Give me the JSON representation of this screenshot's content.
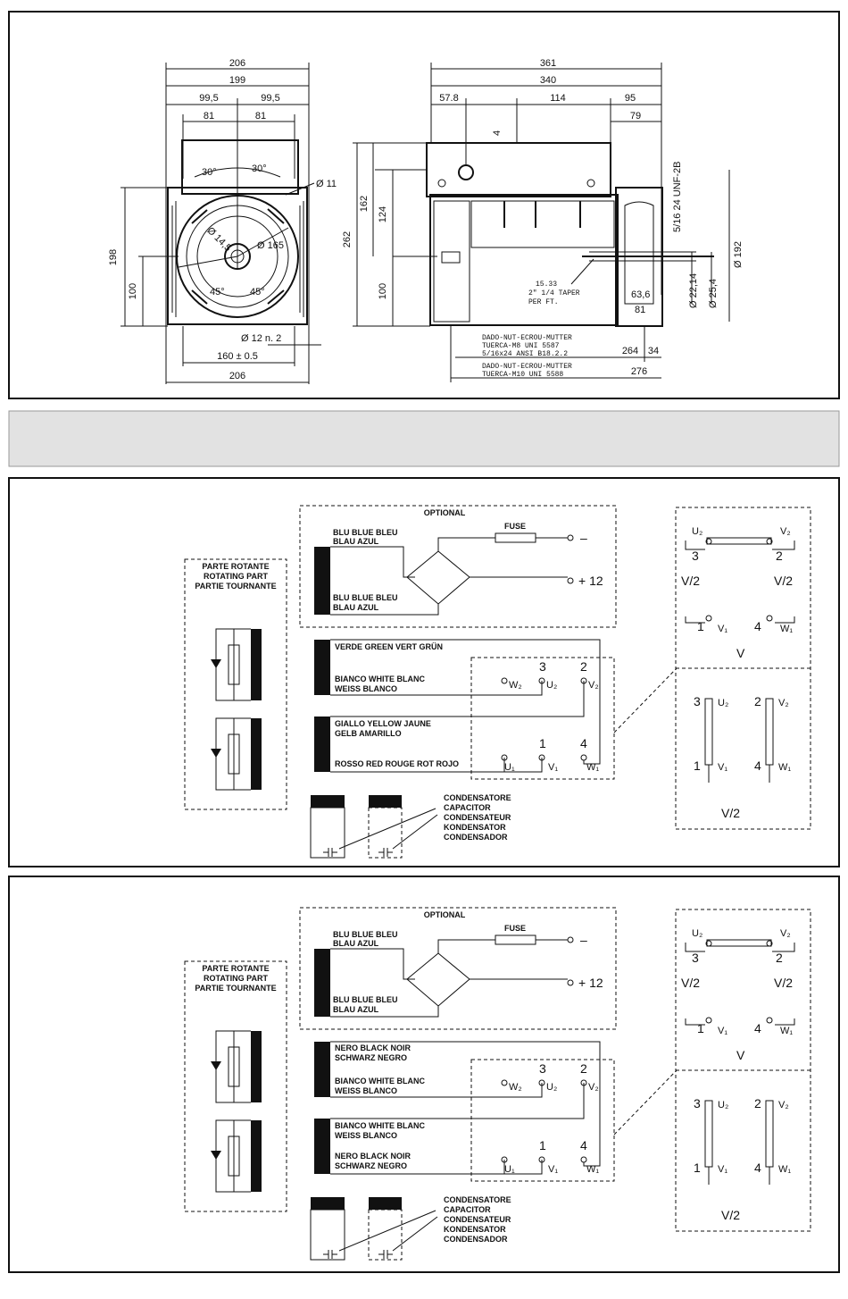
{
  "drawing": {
    "front_view": {
      "dims_top": [
        "206",
        "199",
        "99,5",
        "99,5",
        "81",
        "81"
      ],
      "dims_left": [
        "198",
        "100"
      ],
      "angles": [
        "30°",
        "30°",
        "45°",
        "45°"
      ],
      "diameters": [
        "Ø 11",
        "Ø 165",
        "Ø 14,5"
      ],
      "dims_bottom": [
        "Ø 12  n. 2",
        "160 ± 0.5",
        "206"
      ]
    },
    "side_view": {
      "dims_top": [
        "361",
        "340",
        "57.8",
        "114",
        "95",
        "4",
        "79"
      ],
      "dims_left": [
        "262",
        "162",
        "124",
        "100"
      ],
      "thread": "5/16 24 UNF-2B",
      "taper": [
        "15.33",
        "2\" 1/4 TAPER",
        "PER FT."
      ],
      "diameters": [
        "Ø 22,14",
        "Ø 25,4",
        "Ø 192"
      ],
      "dims_right": [
        "63,6",
        "81"
      ],
      "nut1": [
        "DADO-NUT-ECROU-MUTTER",
        "TUERCA-M8 UNI 5587",
        "5/16x24 ANSI B18.2.2"
      ],
      "nut2": [
        "DADO-NUT-ECROU-MUTTER",
        "TUERCA-M10 UNI 5588"
      ],
      "dims_bottom": [
        "264",
        "34",
        "276"
      ]
    }
  },
  "schemes": [
    {
      "optional_title": "OPTIONAL",
      "fuse": "FUSE",
      "bridge_wire_top": [
        "BLU BLUE BLEU",
        "BLAU AZUL"
      ],
      "bridge_wire_bottom": [
        "BLU BLUE BLEU",
        "BLAU AZUL"
      ],
      "terminal_minus": "–",
      "terminal_plus": "+ 12",
      "rotating_part": [
        "PARTE ROTANTE",
        "ROTATING PART",
        "PARTIE TOURNANTE"
      ],
      "wires": [
        [
          "VERDE GREEN VERT GRÜN"
        ],
        [
          "BIANCO WHITE BLANC",
          "WEISS BLANCO"
        ],
        [
          "GIALLO YELLOW JAUNE",
          "GELB AMARILLO"
        ],
        [
          "ROSSO RED ROUGE ROT ROJO"
        ]
      ],
      "terminals": {
        "n3": "3",
        "n2": "2",
        "n1": "1",
        "n4": "4",
        "w2": "W₂",
        "u2": "U₂",
        "v2": "V₂",
        "u1": "U₁",
        "v1": "V₁",
        "w1": "W₁"
      },
      "capacitor": [
        "CONDENSATORE",
        "CAPACITOR",
        "CONDENSATEUR",
        "KONDENSATOR",
        "CONDENSADOR"
      ],
      "connection": {
        "v_half": "V/2",
        "v": "V",
        "u2": "U₂",
        "v2": "V₂",
        "v1": "V₁",
        "w1": "W₁",
        "n1": "1",
        "n2": "2",
        "n3": "3",
        "n4": "4"
      }
    },
    {
      "optional_title": "OPTIONAL",
      "fuse": "FUSE",
      "bridge_wire_top": [
        "BLU BLUE BLEU",
        "BLAU AZUL"
      ],
      "bridge_wire_bottom": [
        "BLU BLUE BLEU",
        "BLAU AZUL"
      ],
      "terminal_minus": "–",
      "terminal_plus": "+ 12",
      "rotating_part": [
        "PARTE ROTANTE",
        "ROTATING PART",
        "PARTIE TOURNANTE"
      ],
      "wires": [
        [
          "NERO BLACK NOIR",
          "SCHWARZ NEGRO"
        ],
        [
          "BIANCO WHITE BLANC",
          "WEISS BLANCO"
        ],
        [
          "BIANCO WHITE BLANC",
          "WEISS BLANCO"
        ],
        [
          "NERO BLACK NOIR",
          "SCHWARZ NEGRO"
        ]
      ],
      "terminals": {
        "n3": "3",
        "n2": "2",
        "n1": "1",
        "n4": "4",
        "w2": "W₂",
        "u2": "U₂",
        "v2": "V₂",
        "u1": "U₁",
        "v1": "V₁",
        "w1": "W₁"
      },
      "capacitor": [
        "CONDENSATORE",
        "CAPACITOR",
        "CONDENSATEUR",
        "KONDENSATOR",
        "CONDENSADOR"
      ],
      "connection": {
        "v_half": "V/2",
        "v": "V",
        "u2": "U₂",
        "v2": "V₂",
        "v1": "V₁",
        "w1": "W₁",
        "n1": "1",
        "n2": "2",
        "n3": "3",
        "n4": "4"
      }
    }
  ]
}
